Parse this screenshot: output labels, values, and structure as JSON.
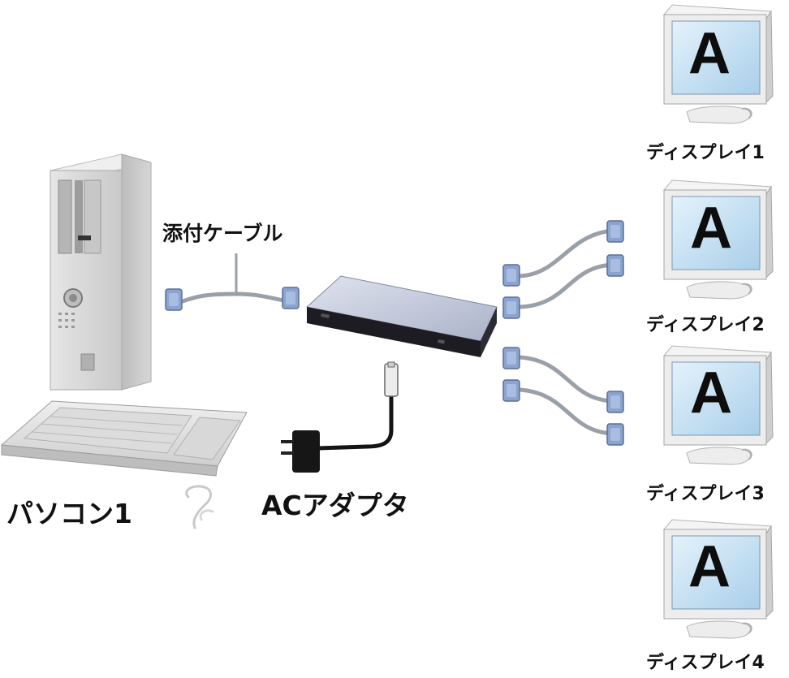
{
  "labels": {
    "cable": "添付ケーブル",
    "pc": "パソコン1",
    "adapter": "ACアダプタ"
  },
  "displays": [
    {
      "label": "ディスプレイ1",
      "screen_letter": "A"
    },
    {
      "label": "ディスプレイ2",
      "screen_letter": "A"
    },
    {
      "label": "ディスプレイ3",
      "screen_letter": "A"
    },
    {
      "label": "ディスプレイ4",
      "screen_letter": "A"
    }
  ],
  "colors": {
    "cable": "#9aa0a8",
    "connector": "#8aa3cf",
    "screen": "#cfe6f7",
    "pc_body": "#d4d4d4",
    "splitter_top": "#c3c9db",
    "splitter_front": "#1c1c22",
    "adapter_cord": "#141414"
  },
  "icons": [
    "pc-tower-icon",
    "keyboard-icon",
    "mouse-icon",
    "splitter-icon",
    "ac-adapter-icon",
    "monitor-icon",
    "vga-connector-icon"
  ]
}
